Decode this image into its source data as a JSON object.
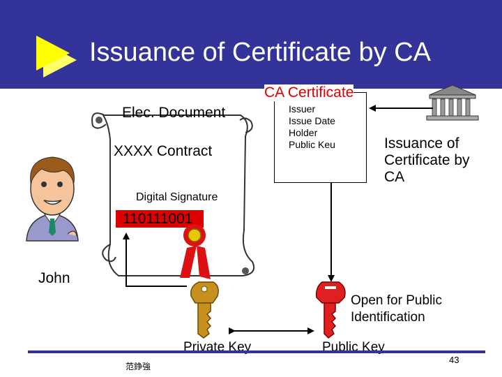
{
  "header": {
    "title": "Issuance of Certificate by CA",
    "bg_color": "#333399"
  },
  "document": {
    "heading": "Elec. Document",
    "body": "XXXX Contract",
    "signature_label": "Digital Signature",
    "signature_value": "110111001"
  },
  "certificate": {
    "title": "CA Certificate",
    "fields": [
      "Issuer",
      "Issue Date",
      "Holder",
      "Public Keu"
    ]
  },
  "issuance_label": [
    "Issuance of",
    "Certificate by",
    "CA"
  ],
  "person": {
    "name": "John"
  },
  "public_key": {
    "label": "Public Key",
    "note": [
      "Open for Public",
      "Identification"
    ],
    "color": "#e02020"
  },
  "private_key": {
    "label": "Private Key",
    "color": "#c8901c"
  },
  "footer": {
    "author": "范錚強",
    "page_number": "43",
    "rule_color": "#333399"
  },
  "icons": [
    "play-arrow-icon",
    "bank-building-icon",
    "scroll-icon",
    "ribbon-seal-icon",
    "private-key-icon",
    "public-key-icon",
    "person-icon"
  ]
}
